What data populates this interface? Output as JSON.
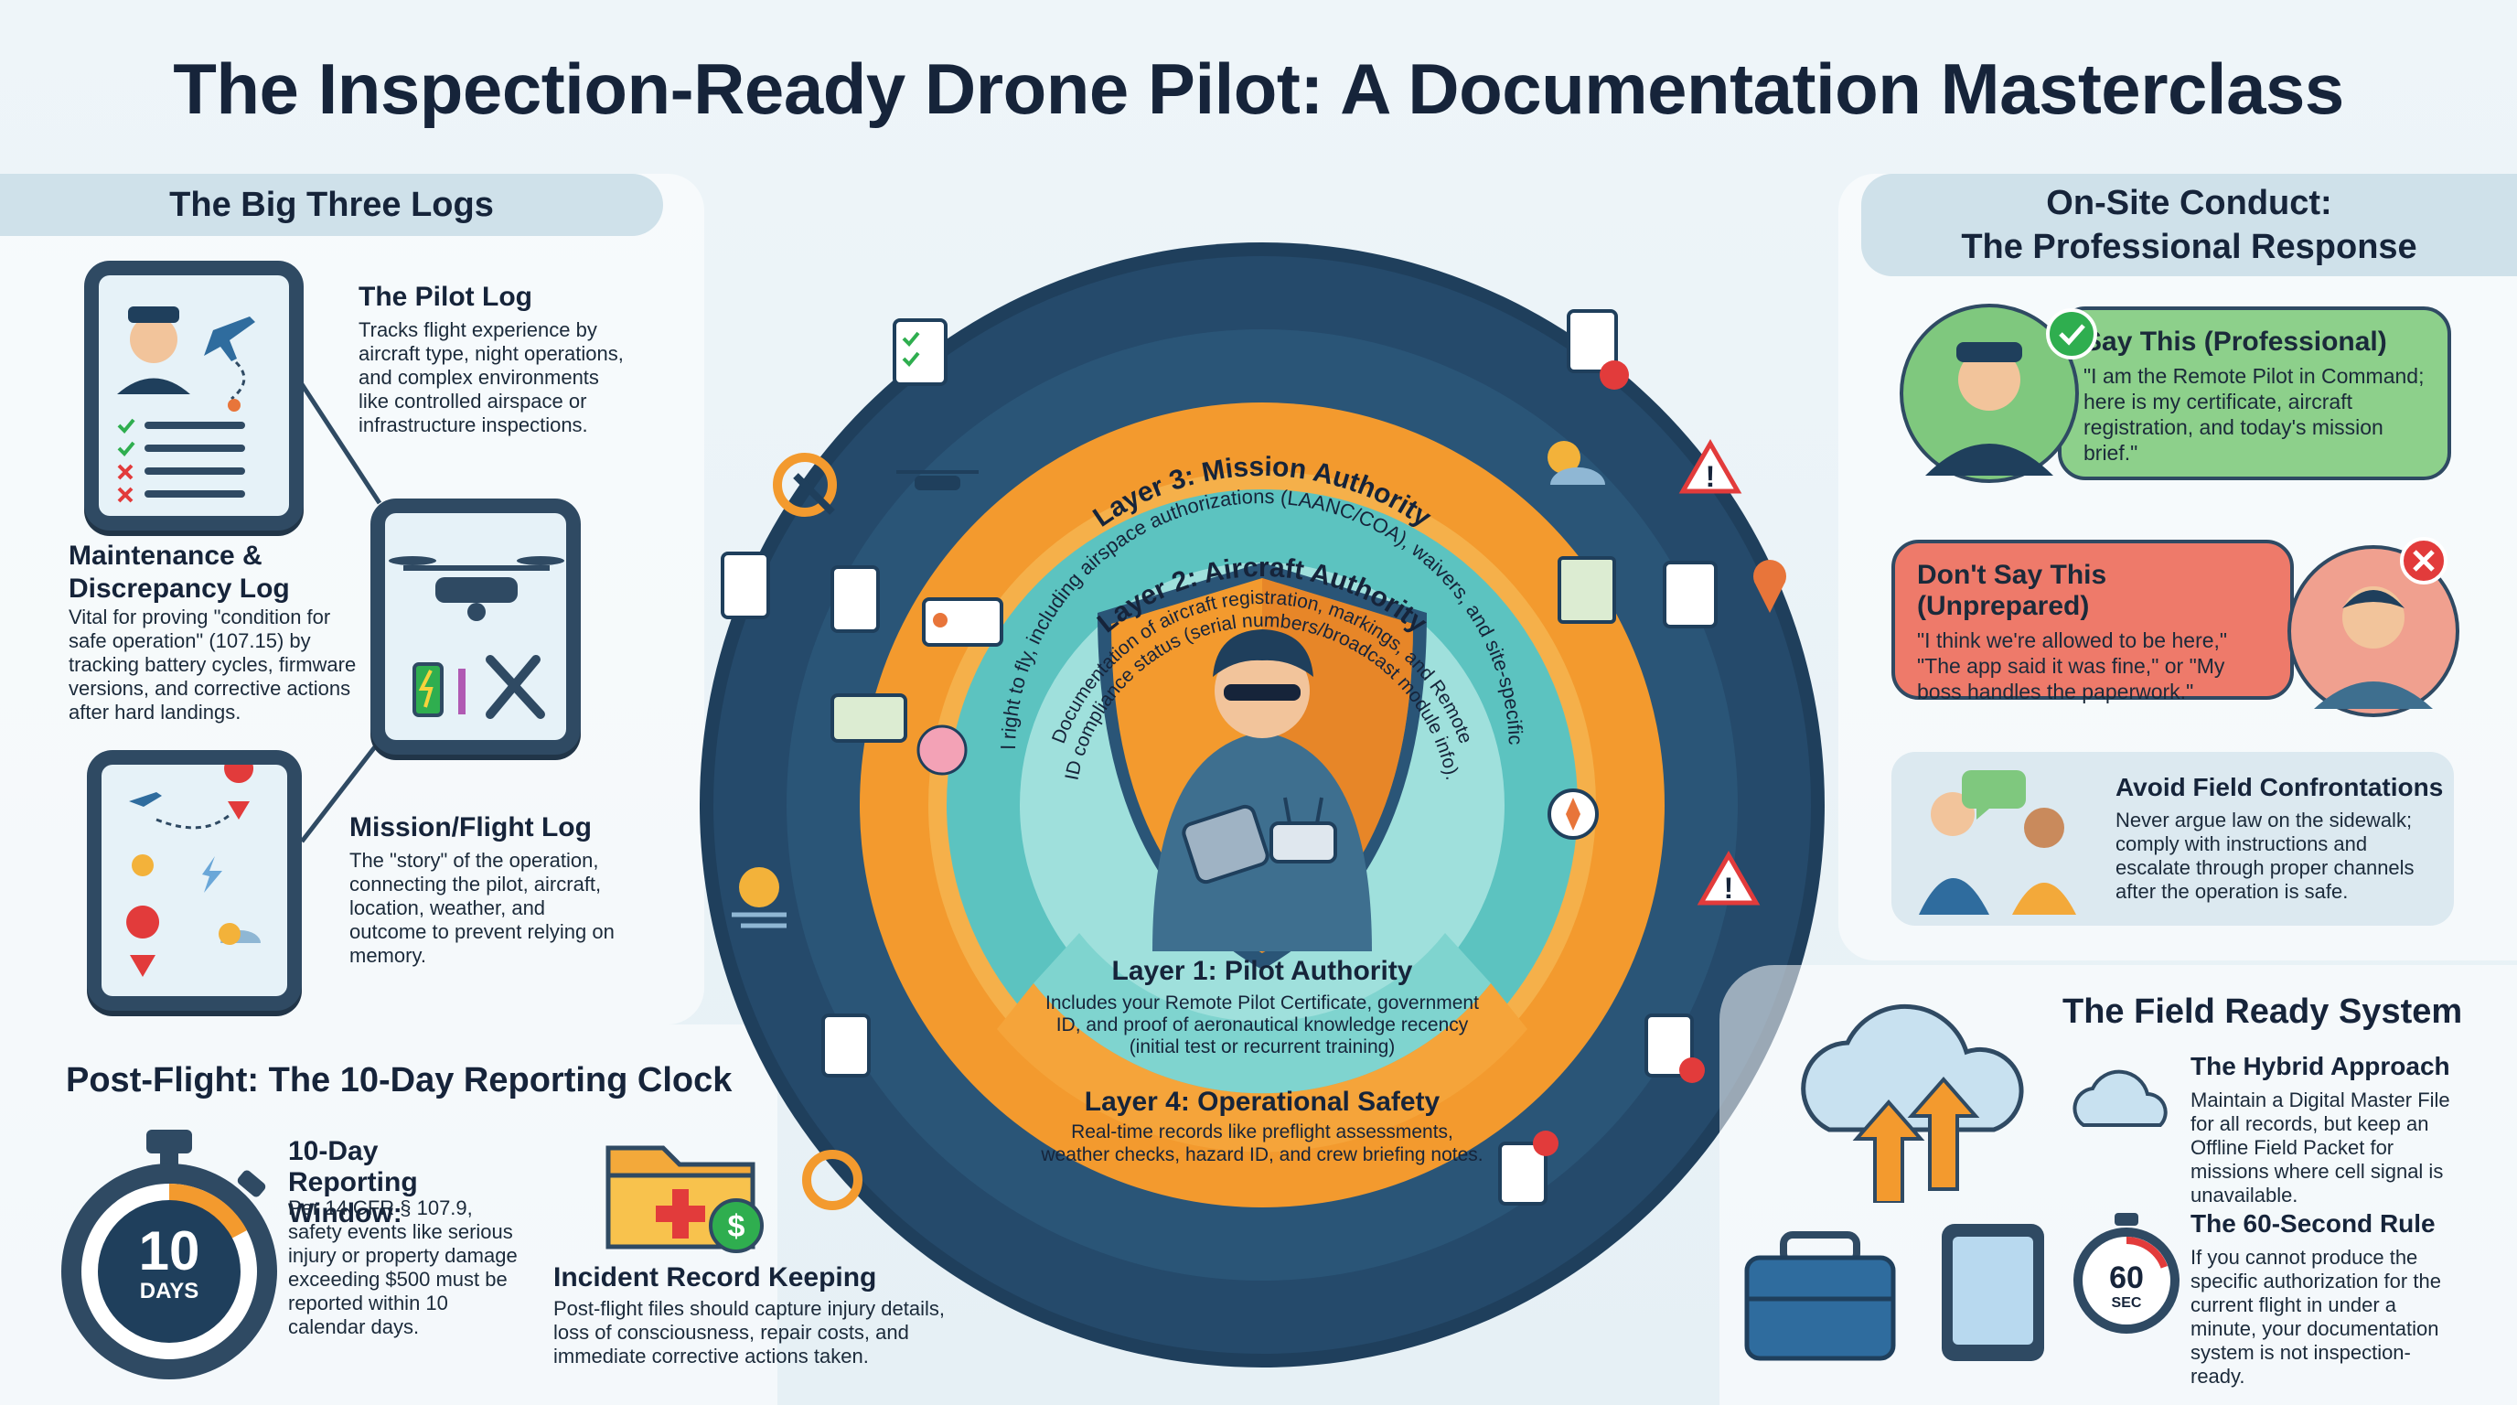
{
  "title": "The Inspection-Ready Drone Pilot: A Documentation Masterclass",
  "big_three": {
    "heading": "The Big Three Logs",
    "pilot_log": {
      "title": "The Pilot Log",
      "body": "Tracks flight experience by aircraft type, night operations, and complex environments like controlled airspace or infrastructure inspections."
    },
    "maintenance_log": {
      "title": "Maintenance & Discrepancy Log",
      "body": "Vital for proving \"condition for safe operation\" (107.15) by tracking battery cycles, firmware versions, and corrective actions after hard landings."
    },
    "mission_log": {
      "title": "Mission/Flight Log",
      "body": "The \"story\" of the operation, connecting the pilot, aircraft, location, weather, and outcome to prevent relying on memory."
    }
  },
  "post_flight": {
    "heading": "Post-Flight: The 10-Day Reporting Clock",
    "stopwatch": {
      "number": "10",
      "unit": "DAYS"
    },
    "window_title": "10-Day Reporting Window:",
    "window_body": "Per 14 CFR § 107.9, safety events like serious injury or property damage exceeding $500 must be reported within 10 calendar days.",
    "incident_title": "Incident Record Keeping",
    "incident_body": "Post-flight files should capture injury details, loss of consciousness, repair costs, and immediate corrective actions taken."
  },
  "layers": {
    "layer3_title": "Layer 3: Mission Authority",
    "layer3_body": "Proof of legal right to fly, including airspace authorizations (LAANC/COA), waivers, and site-specific permissions.",
    "layer2_title": "Layer 2: Aircraft Authority",
    "layer2_body": "Documentation of aircraft registration, markings, and Remote ID compliance status (serial numbers/broadcast module info).",
    "layer1_title": "Layer 1: Pilot Authority",
    "layer1_body": "Includes your Remote Pilot Certificate, government ID, and proof of aeronautical knowledge recency (initial test or recurrent training)",
    "layer4_title": "Layer 4: Operational Safety",
    "layer4_body": "Real-time records like preflight assessments, weather checks, hazard ID, and crew briefing notes."
  },
  "onsite": {
    "heading_line1": "On-Site Conduct:",
    "heading_line2": "The Professional Response",
    "say_title": "Say This (Professional)",
    "say_body": "\"I am the Remote Pilot in Command; here is my certificate, aircraft registration, and today's mission brief.\"",
    "dont_title": "Don't Say This (Unprepared)",
    "dont_body": "\"I think we're allowed to be here,\" \"The app said it was fine,\" or \"My boss handles the paperwork.\"",
    "avoid_title": "Avoid Field Confrontations",
    "avoid_body": "Never argue law on the sidewalk; comply with instructions and escalate through proper channels after the operation is safe."
  },
  "field_ready": {
    "heading": "The Field Ready System",
    "hybrid_title": "The Hybrid Approach",
    "hybrid_body": "Maintain a Digital Master File for all records, but keep an Offline Field Packet for missions where cell signal is unavailable.",
    "rule_title": "The 60-Second Rule",
    "rule_body": "If you cannot produce the specific authorization for the current flight in under a minute, your documentation system is not inspection-ready.",
    "timer_number": "60",
    "timer_unit": "SEC"
  },
  "colors": {
    "navy": "#1f3f5c",
    "orange": "#f39a2e",
    "teal": "#5cc3c0",
    "green_bubble": "#7fc87e",
    "red_bubble": "#ee6a5a",
    "red_x": "#e23b3b",
    "check_green": "#2fae4f"
  }
}
